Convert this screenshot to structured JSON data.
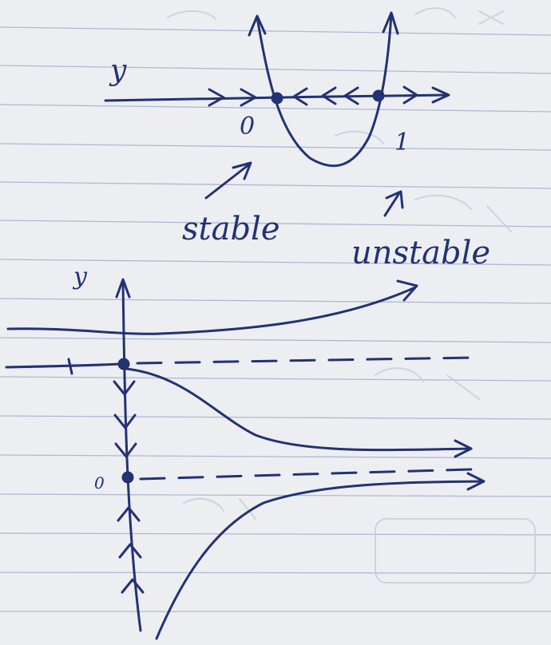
{
  "paper": {
    "background": "#eceef2",
    "rule_color": "#9aa7c7",
    "ink_color": "#233273",
    "ghost_color": "#c6ccd8"
  },
  "phase_line": {
    "axis_label": "y",
    "equilibria": [
      {
        "value_label": "0",
        "stability_label": "stable"
      },
      {
        "value_label": "1",
        "stability_label": "unstable"
      }
    ]
  },
  "solution_plot": {
    "axis_label": "y",
    "equilibrium_label": "0"
  }
}
